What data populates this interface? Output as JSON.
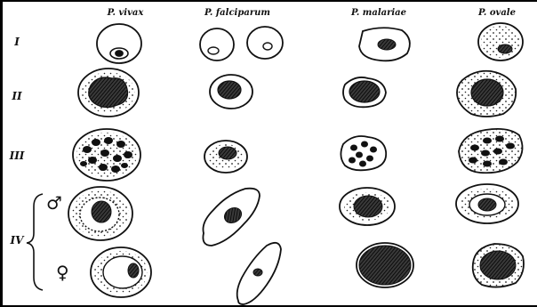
{
  "columns": [
    "P. vivax",
    "P. falciparum",
    "P. malariae",
    "P. ovale"
  ],
  "rows": [
    "I",
    "II",
    "III",
    "IV"
  ],
  "sex_symbols": {
    "male": "♂",
    "female": "♀"
  }
}
